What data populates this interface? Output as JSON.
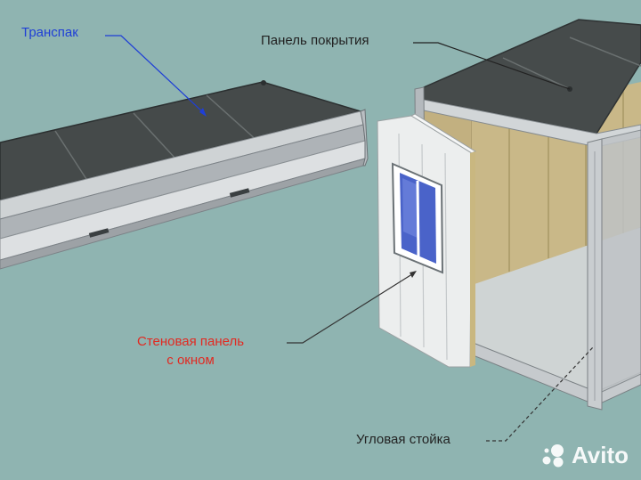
{
  "labels": {
    "transpack": "Транспак",
    "roof_panel": "Панель покрытия",
    "wall_panel_line1": "Стеновая панель",
    "wall_panel_line2": "с окном",
    "corner_post": "Угловая стойка"
  },
  "watermark": {
    "text": "Avito",
    "icon": "avito-dots-icon"
  },
  "colors": {
    "background": "#8fb4b1",
    "transpack_label": "#1f3fd6",
    "wall_label": "#e12a22",
    "roof_surface": "#4a4e4e",
    "frame": "#c9cdd0",
    "insulation": "#c8b886"
  }
}
